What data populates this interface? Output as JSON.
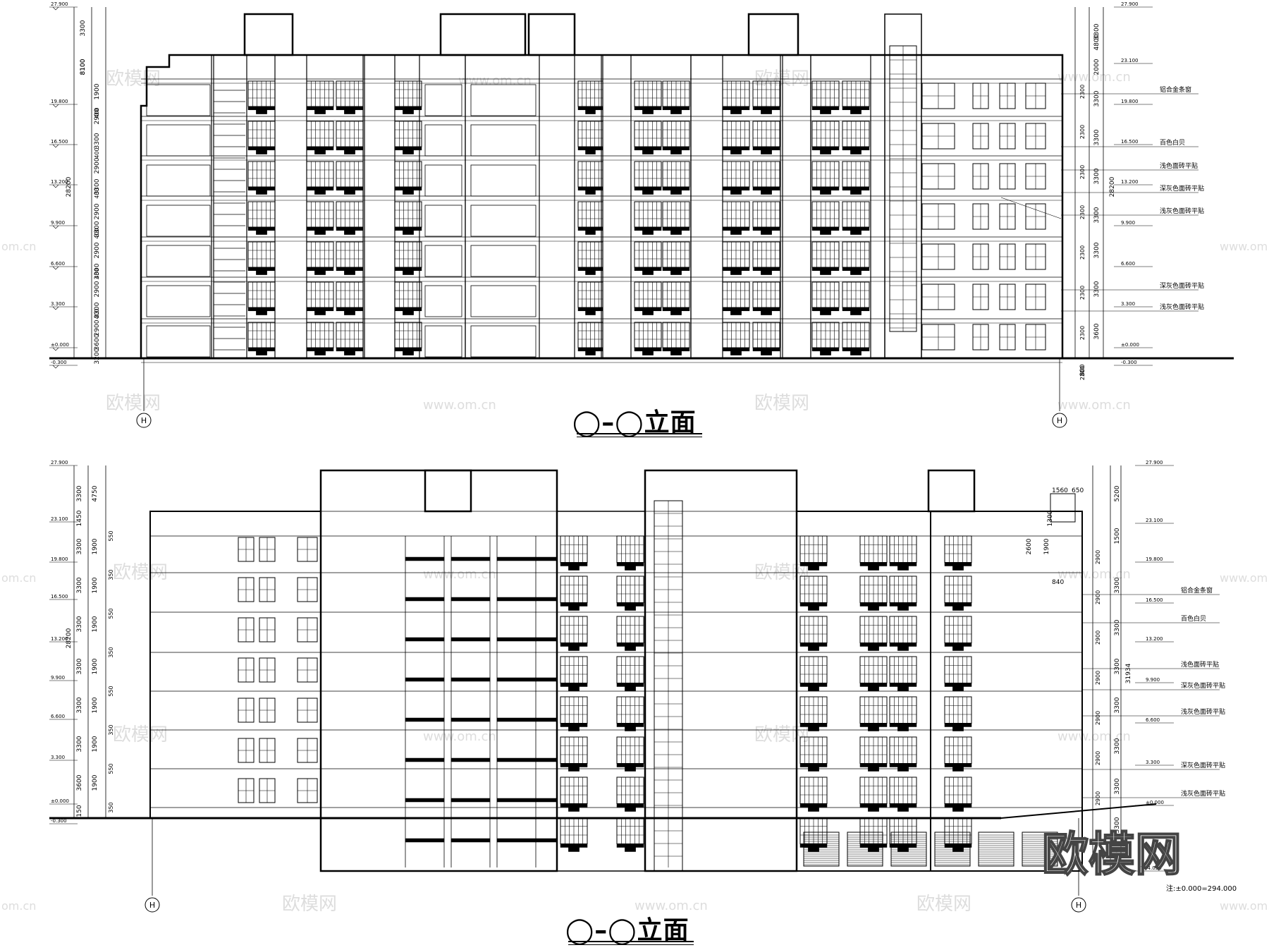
{
  "elevation_top": {
    "title": "◯–◯立面",
    "axis_left": "H",
    "axis_right": "H",
    "levels_left": [
      "27.900",
      "19.800",
      "16.500",
      "13.200",
      "9.900",
      "6.600",
      "3.300",
      "±0.000",
      "-0.300"
    ],
    "levels_right": [
      "27.900",
      "23.100",
      "19.800",
      "16.500",
      "13.200",
      "9.900",
      "6.600",
      "3.300",
      "±0.000",
      "-0.300"
    ],
    "dims_left_outer": [
      "3300",
      "8100",
      "1900",
      "2900",
      "3300",
      "2900",
      "3300",
      "2900",
      "3300",
      "2900",
      "3300",
      "2900",
      "3300",
      "2900",
      "3600",
      "3200"
    ],
    "dims_left_inner": [
      "400",
      "400",
      "400",
      "400",
      "400",
      "400"
    ],
    "total_left": "28200",
    "dims_right_outer": [
      "3300",
      "4800",
      "2000",
      "3300",
      "3300",
      "3300",
      "3300",
      "3300",
      "3300",
      "3600"
    ],
    "dims_right_inner": [
      "2300",
      "2300",
      "2300",
      "2300",
      "2300",
      "2300",
      "2300",
      "2300"
    ],
    "total_right": "28200",
    "below_grade": "800",
    "materials": [
      "铝合金条窗",
      "百色白贝",
      "浅色面砖平贴",
      "深灰色面砖平贴",
      "浅灰色面砖平贴",
      "深灰色面砖平贴",
      "浅灰色面砖平贴"
    ]
  },
  "elevation_bottom": {
    "title": "◯–◯立面",
    "axis_left": "H",
    "axis_right": "H",
    "levels_left": [
      "27.900",
      "23.100",
      "19.800",
      "16.500",
      "13.200",
      "9.900",
      "6.600",
      "3.300",
      "±0.000",
      "-0.300"
    ],
    "levels_right": [
      "27.900",
      "23.100",
      "19.800",
      "16.500",
      "13.200",
      "9.900",
      "6.600",
      "3.300",
      "±0.000",
      "-4.034"
    ],
    "dims_left_outer": [
      "3300",
      "1450",
      "3300",
      "3300",
      "3300",
      "3300",
      "3300",
      "3300",
      "3600",
      "150"
    ],
    "dims_left_mid": [
      "4750",
      "1900",
      "1900",
      "1900",
      "1900",
      "1900",
      "1900",
      "1900"
    ],
    "dims_left_inner": [
      "550",
      "350",
      "550",
      "350",
      "550",
      "350",
      "550",
      "350"
    ],
    "total_left": "28200",
    "dims_right": [
      "5200",
      "1500",
      "3300",
      "3300",
      "3300",
      "3300",
      "3300",
      "3300",
      "3300",
      "3300"
    ],
    "dims_right_inner": [
      "2900",
      "2900",
      "2900",
      "2900",
      "2900",
      "2900",
      "2900",
      "2900"
    ],
    "total_right": "31934",
    "detail_dims": [
      "1560",
      "650",
      "1300",
      "2600",
      "1900",
      "840"
    ],
    "materials": [
      "铝合金条窗",
      "百色白贝",
      "浅色面砖平贴",
      "深灰色面砖平贴",
      "浅灰色面砖平贴",
      "深灰色面砖平贴",
      "浅灰色面砖平贴"
    ],
    "note": "注:±0.000=294.000"
  },
  "watermarks": {
    "brand": "欧模网",
    "url": "www.om.cn",
    "partial_url": "om.cn"
  }
}
